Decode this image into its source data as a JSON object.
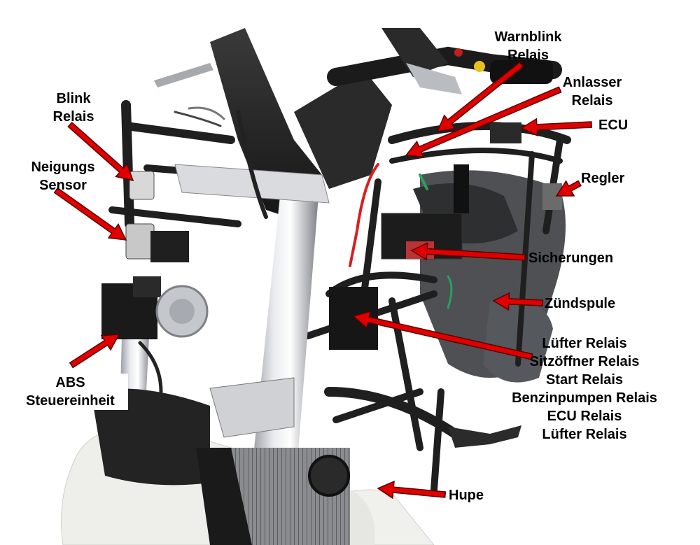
{
  "colors": {
    "arrow": "#e00000",
    "arrow_outline": "#5a0000",
    "frame": "#2b2b2b",
    "chrome": "#c9ccd1",
    "white_panel": "#f4f4f2",
    "wire_red": "#d62020",
    "wire_green": "#2aa060"
  },
  "labels": {
    "warnblink": [
      "Warnblink",
      "Relais"
    ],
    "anlasser": [
      "Anlasser",
      "Relais"
    ],
    "ecu": "ECU",
    "regler": "Regler",
    "blink": [
      "Blink",
      "Relais"
    ],
    "neigung": [
      "Neigungs",
      "Sensor"
    ],
    "sicherungen": "Sicherungen",
    "zuendspule": "Zündspule",
    "relays": [
      "Lüfter Relais",
      "Sitzöffner Relais",
      "Start Relais",
      "Benzinpumpen Relais",
      "ECU Relais",
      "Lüfter Relais"
    ],
    "abs": [
      "ABS",
      "Steuereinheit"
    ],
    "hupe": "Hupe"
  }
}
